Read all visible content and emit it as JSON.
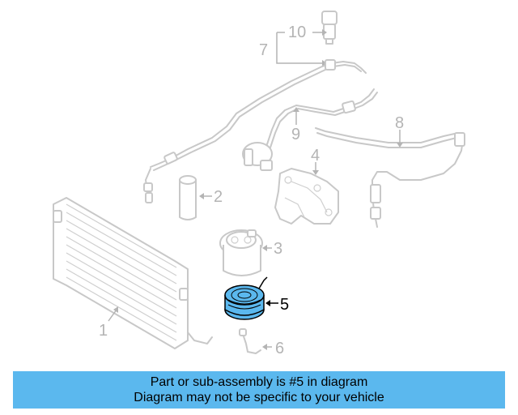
{
  "callouts": {
    "c1": "1",
    "c2": "2",
    "c3": "3",
    "c4": "4",
    "c5": "5",
    "c6": "6",
    "c7": "7",
    "c8": "8",
    "c9": "9",
    "c10": "10"
  },
  "highlight_color": "#5bb8ee",
  "highlighted_part": "5",
  "banner": {
    "line1": "Part or sub-assembly is #5 in diagram",
    "line2": "Diagram may not be specific to your vehicle",
    "background": "#5bb8ee"
  }
}
